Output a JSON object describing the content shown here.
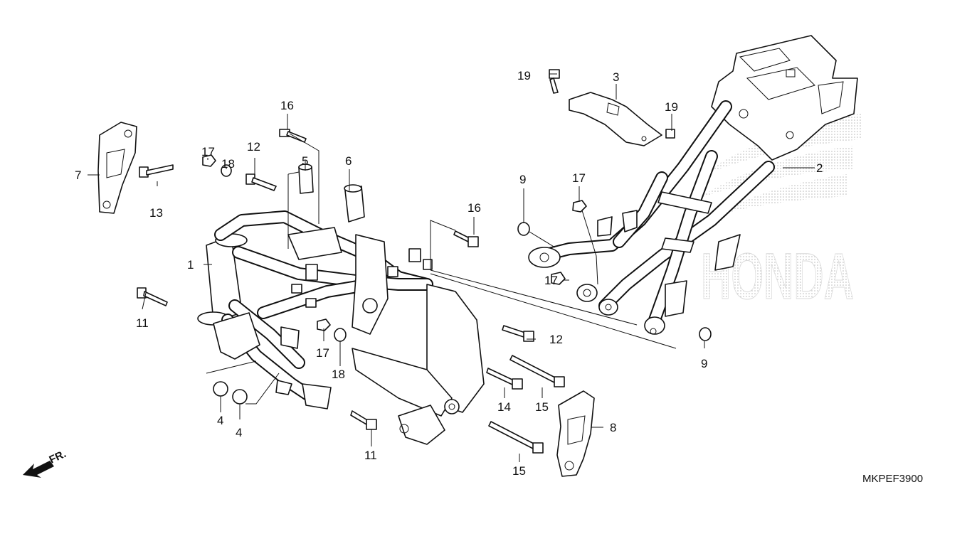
{
  "diagram": {
    "callouts": [
      {
        "id": "c1",
        "text": "1"
      },
      {
        "id": "c2",
        "text": "2"
      },
      {
        "id": "c3",
        "text": "3"
      },
      {
        "id": "c4a",
        "text": "4"
      },
      {
        "id": "c4b",
        "text": "4"
      },
      {
        "id": "c5",
        "text": "5"
      },
      {
        "id": "c6",
        "text": "6"
      },
      {
        "id": "c7",
        "text": "7"
      },
      {
        "id": "c8",
        "text": "8"
      },
      {
        "id": "c9a",
        "text": "9"
      },
      {
        "id": "c9b",
        "text": "9"
      },
      {
        "id": "c11a",
        "text": "11"
      },
      {
        "id": "c11b",
        "text": "11"
      },
      {
        "id": "c12a",
        "text": "12"
      },
      {
        "id": "c12b",
        "text": "12"
      },
      {
        "id": "c13",
        "text": "13"
      },
      {
        "id": "c14",
        "text": "14"
      },
      {
        "id": "c15a",
        "text": "15"
      },
      {
        "id": "c15b",
        "text": "15"
      },
      {
        "id": "c16a",
        "text": "16"
      },
      {
        "id": "c16b",
        "text": "16"
      },
      {
        "id": "c17a",
        "text": "17"
      },
      {
        "id": "c17b",
        "text": "17"
      },
      {
        "id": "c17c",
        "text": "17"
      },
      {
        "id": "c17d",
        "text": "17"
      },
      {
        "id": "c18a",
        "text": "18"
      },
      {
        "id": "c18b",
        "text": "18"
      },
      {
        "id": "c19a",
        "text": "19"
      },
      {
        "id": "c19b",
        "text": "19"
      }
    ],
    "diagram_code": "MKPEF3900",
    "front_indicator": "FR.",
    "watermark": "HONDA"
  }
}
